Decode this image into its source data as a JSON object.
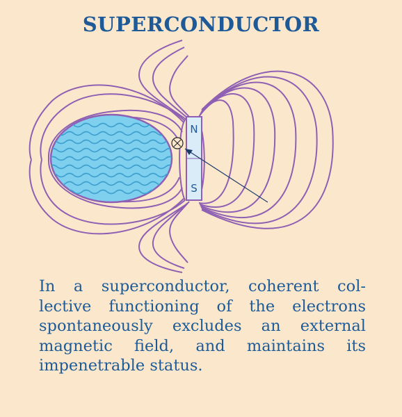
{
  "title": "SUPERCONDUCTOR",
  "magnet": {
    "north_label": "N",
    "south_label": "S"
  },
  "caption": {
    "lines": [
      "In a superconductor, coherent col-",
      "lective functioning of the electrons",
      "spontaneously excludes an external",
      "magnetic field, and maintains its",
      "impenetrable status."
    ]
  },
  "colors": {
    "background": "#fbe8cc",
    "text": "#1f5a98",
    "field_lines": "#8e5fb3",
    "superconductor_fill": "#7fd0ee",
    "superconductor_waves": "#3d9fd0",
    "magnet_fill": "#d9ecf7"
  },
  "icons": {
    "electron_marker": "circled-cross-icon",
    "pointer": "arrow-icon"
  }
}
